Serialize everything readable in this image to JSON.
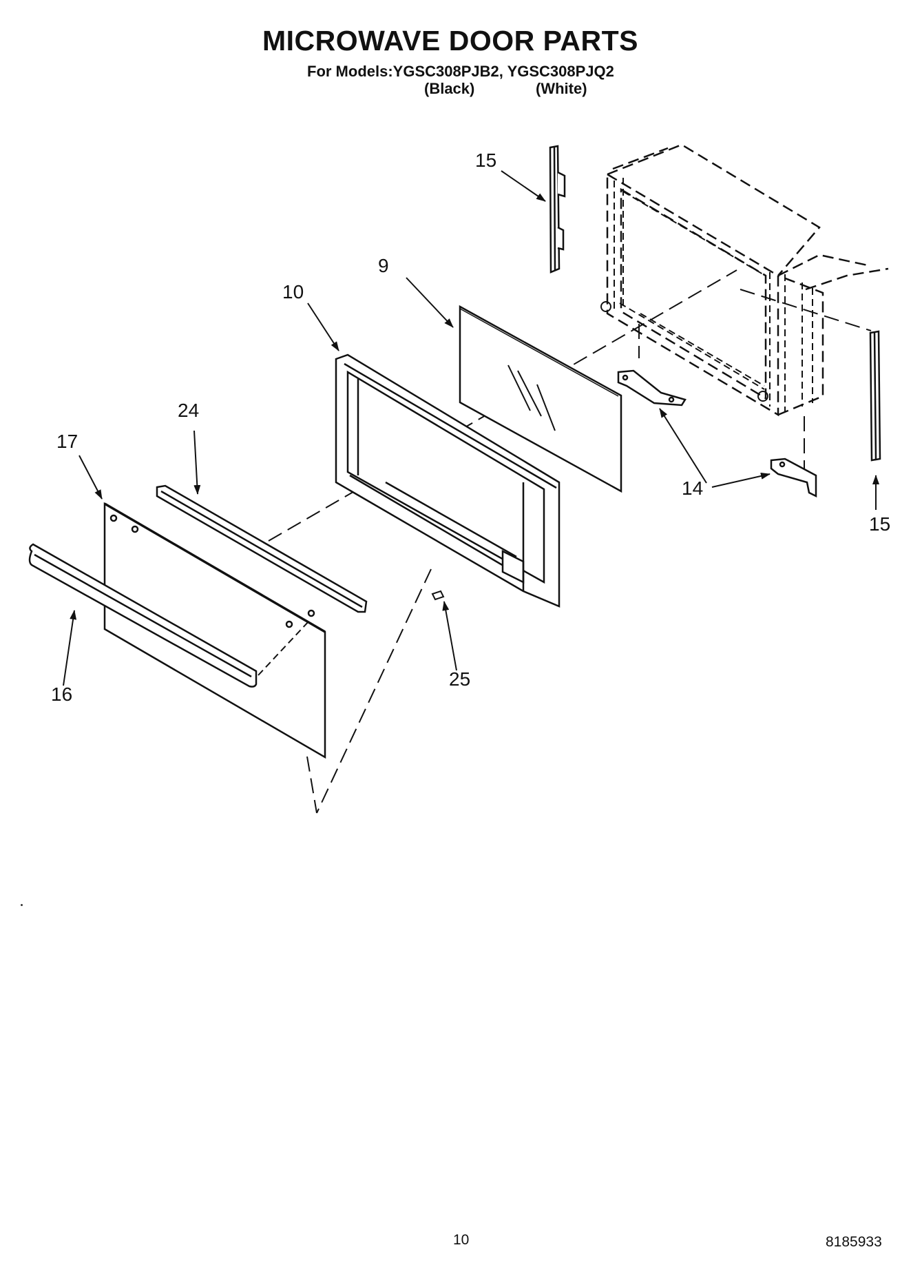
{
  "header": {
    "title": "MICROWAVE DOOR PARTS",
    "models_line": "For Models:YGSC308PJB2, YGSC308PJQ2",
    "variant_black": "(Black)",
    "variant_white": "(White)"
  },
  "callouts": {
    "part_9": "9",
    "part_10": "10",
    "part_14_a": "14",
    "part_15_top": "15",
    "part_15_right": "15",
    "part_16": "16",
    "part_17": "17",
    "part_24": "24",
    "part_25": "25"
  },
  "footer": {
    "page_number": "10",
    "document_number": "8185933"
  }
}
